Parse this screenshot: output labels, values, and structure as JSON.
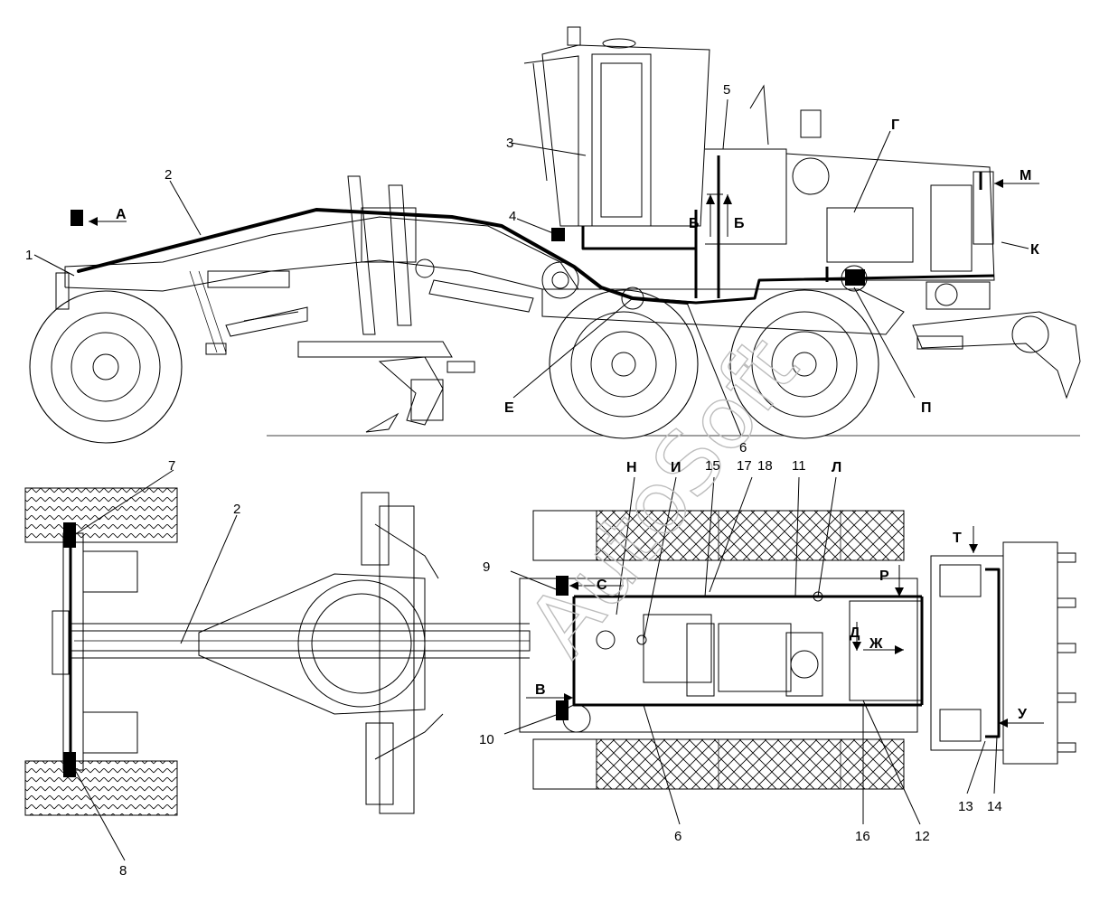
{
  "watermark": "AutoSoft",
  "number_labels": [
    "1",
    "2",
    "3",
    "4",
    "5",
    "6",
    "2",
    "7",
    "8",
    "9",
    "10",
    "6",
    "11",
    "12",
    "13",
    "14",
    "15",
    "16",
    "17",
    "18"
  ],
  "letter_labels": [
    "А",
    "Б",
    "Б",
    "Г",
    "М",
    "К",
    "Е",
    "П",
    "Н",
    "И",
    "Л",
    "С",
    "В",
    "Т",
    "Р",
    "Д",
    "Ж",
    "У"
  ]
}
